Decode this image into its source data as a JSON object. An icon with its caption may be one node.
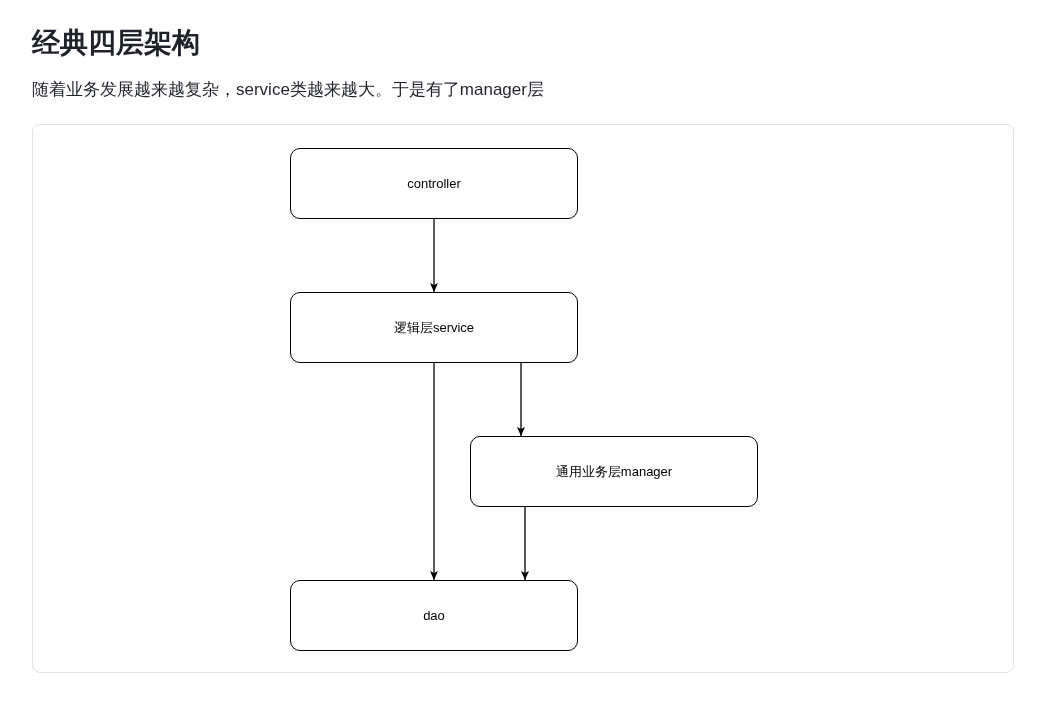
{
  "diagram": {
    "title": "经典四层架构",
    "caption": "随着业务发展越来越复杂，service类越来越大。于是有了manager层",
    "nodes": [
      {
        "text": [
          "controller"
        ]
      },
      {
        "text": [
          "逻辑层service"
        ]
      },
      {
        "text": [
          "通用业务层manager"
        ]
      },
      {
        "text": [
          "dao"
        ]
      }
    ],
    "edges": [
      {
        "from": 0,
        "to": 1,
        "arrow": "to"
      },
      {
        "from": 1,
        "to": 3,
        "arrow": "to"
      },
      {
        "from": 1,
        "to": 2,
        "arrow": "to"
      },
      {
        "from": 2,
        "to": 3,
        "arrow": "to"
      }
    ]
  }
}
